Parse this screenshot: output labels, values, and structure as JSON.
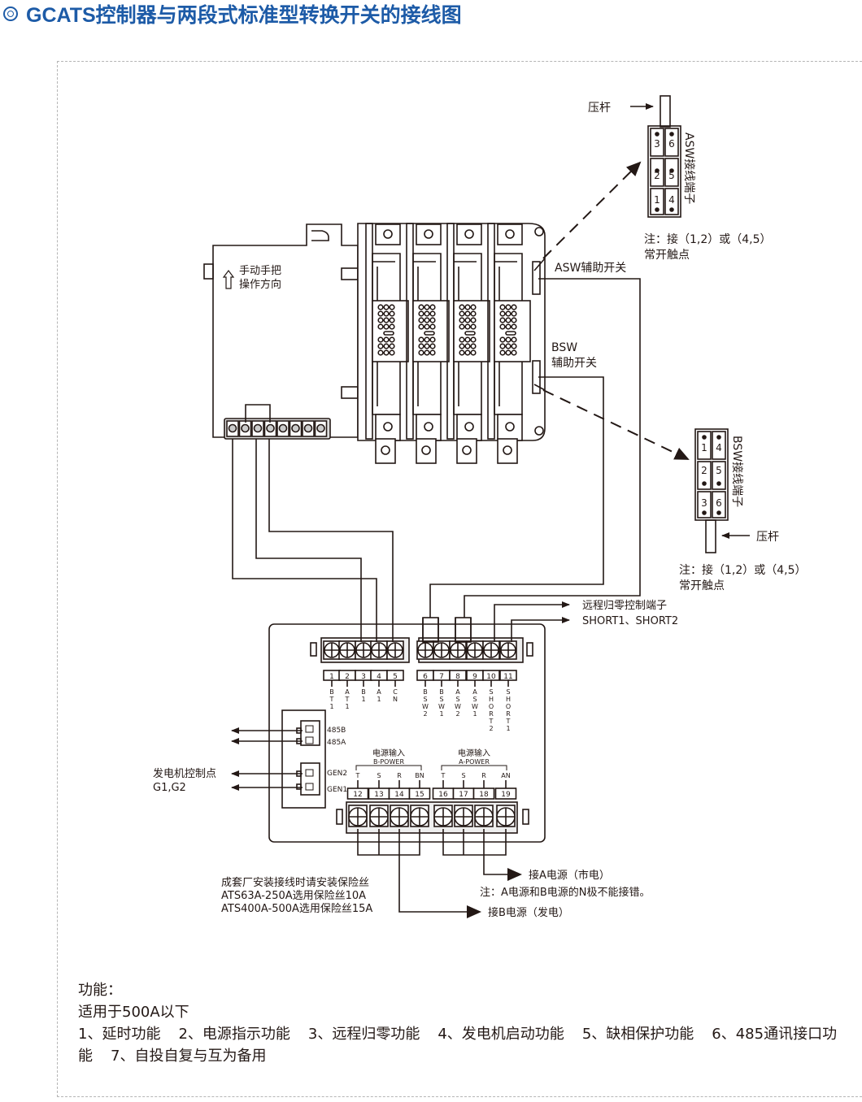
{
  "title": "GCATS控制器与两段式标准型转换开关的接线图",
  "switch_body": {
    "handle_label_line1": "手动手把",
    "handle_label_line2": "操作方向"
  },
  "asw_terminal": {
    "title": "ASW接线端子",
    "press_rod": "压杆",
    "pins_left": [
      "3",
      "2",
      "1"
    ],
    "pins_right": [
      "6",
      "5",
      "4"
    ],
    "note_line1": "注：接（1,2）或（4,5）",
    "note_line2": "常开触点"
  },
  "bsw_terminal": {
    "title": "BSW接线端子",
    "press_rod": "压杆",
    "pins_left": [
      "1",
      "2",
      "3"
    ],
    "pins_right": [
      "4",
      "5",
      "6"
    ],
    "note_line1": "注：接（1,2）或（4,5）",
    "note_line2": "常开触点"
  },
  "aux_switch": {
    "asw_label": "ASW辅助开关",
    "bsw_label_line1": "BSW",
    "bsw_label_line2": "辅助开关"
  },
  "controller": {
    "top_terminals": [
      {
        "num": "1",
        "label": [
          "B",
          "T",
          "1"
        ]
      },
      {
        "num": "2",
        "label": [
          "A",
          "T",
          "1"
        ]
      },
      {
        "num": "3",
        "label": [
          "B",
          "1"
        ]
      },
      {
        "num": "4",
        "label": [
          "A",
          "1"
        ]
      },
      {
        "num": "5",
        "label": [
          "C",
          "N"
        ]
      },
      {
        "num": "6",
        "label": [
          "B",
          "S",
          "W",
          "2"
        ]
      },
      {
        "num": "7",
        "label": [
          "B",
          "S",
          "W",
          "1"
        ]
      },
      {
        "num": "8",
        "label": [
          "A",
          "S",
          "W",
          "2"
        ]
      },
      {
        "num": "9",
        "label": [
          "A",
          "S",
          "W",
          "1"
        ]
      },
      {
        "num": "10",
        "label": [
          "S",
          "H",
          "O",
          "R",
          "T",
          "2"
        ]
      },
      {
        "num": "11",
        "label": [
          "S",
          "H",
          "O",
          "R",
          "T",
          "1"
        ]
      }
    ],
    "bottom_terminals": [
      {
        "num": "12",
        "label": "T"
      },
      {
        "num": "13",
        "label": "S"
      },
      {
        "num": "14",
        "label": "R"
      },
      {
        "num": "15",
        "label": "BN"
      },
      {
        "num": "16",
        "label": "T"
      },
      {
        "num": "17",
        "label": "S"
      },
      {
        "num": "18",
        "label": "R"
      },
      {
        "num": "19",
        "label": "AN"
      }
    ],
    "b_power_cn": "电源输入",
    "b_power_en": "B-POWER",
    "a_power_cn": "电源输入",
    "a_power_en": "A-POWER",
    "port_485b": "485B",
    "port_485a": "485A",
    "port_gen2": "GEN2",
    "port_gen1": "GEN1"
  },
  "annotations": {
    "remote_zero_line1": "远程归零控制端子",
    "remote_zero_line2": "SHORT1、SHORT2",
    "gen_control_line1": "发电机控制点",
    "gen_control_line2": "G1,G2",
    "connect_a": "接A电源（市电）",
    "note_n_pole": "注：A电源和B电源的N极不能接错。",
    "connect_b": "接B电源（发电）",
    "fuse_line1": "成套厂安装接线时请安装保险丝",
    "fuse_line2": "ATS63A-250A选用保险丝10A",
    "fuse_line3": "ATS400A-500A选用保险丝15A"
  },
  "functions": {
    "heading": "功能：",
    "applicable": "适用于500A以下",
    "items": [
      "1、延时功能",
      "2、电源指示功能",
      "3、远程归零功能",
      "4、发电机启动功能",
      "5、缺相保护功能",
      "6、485通讯接口功能",
      "7、自投自复与互为备用"
    ]
  }
}
